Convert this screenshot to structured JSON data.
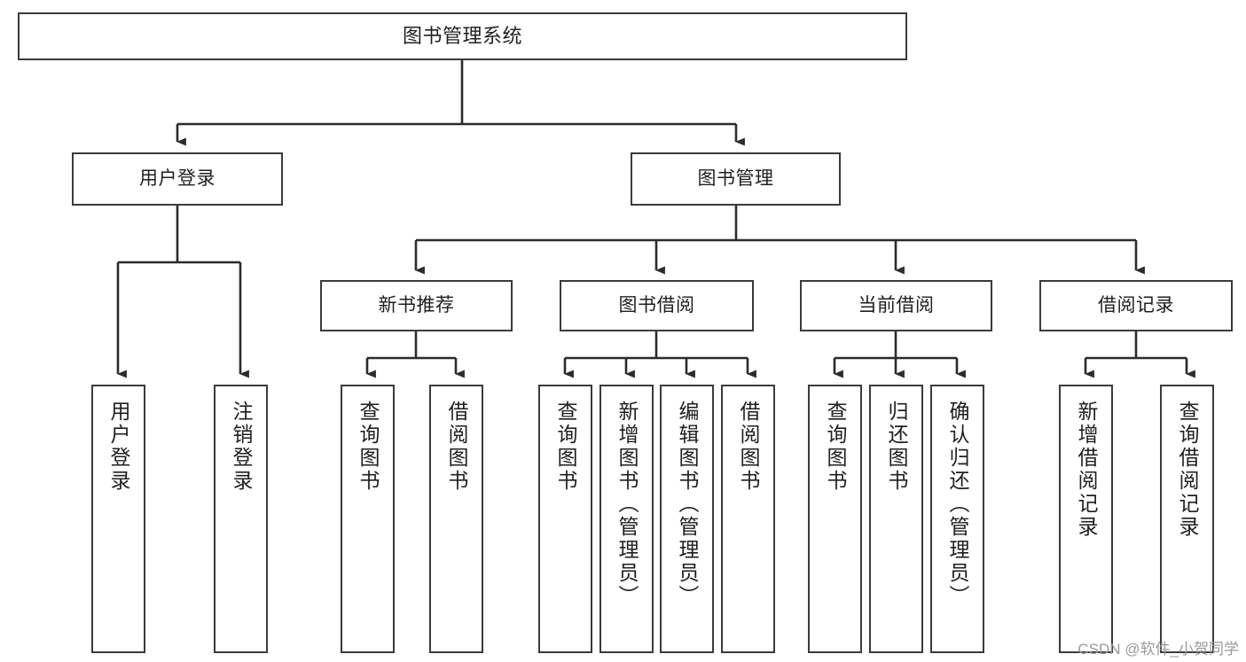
{
  "diagram": {
    "title": "图书管理系统",
    "type": "tree-hierarchy",
    "watermark": "CSDN @软件_小贺同学",
    "colors": {
      "box_border": "#3b3b3b",
      "box_fill": "#ffffff",
      "edge": "#2b2b2b",
      "text": "#1f1f1f",
      "watermark": "#9a9a9a",
      "background": "#ffffff"
    }
  },
  "nodes": {
    "root": {
      "label": "图书管理系统"
    },
    "level2": [
      {
        "id": "user-login",
        "label": "用户登录"
      },
      {
        "id": "book-management",
        "label": "图书管理"
      }
    ],
    "level3": [
      {
        "id": "new-book-recommend",
        "label": "新书推荐"
      },
      {
        "id": "book-borrow",
        "label": "图书借阅"
      },
      {
        "id": "current-borrow",
        "label": "当前借阅"
      },
      {
        "id": "borrow-record",
        "label": "借阅记录"
      }
    ],
    "leaves": [
      {
        "id": "leaf-user-login",
        "parent": "user-login",
        "label": "用户登录"
      },
      {
        "id": "leaf-logout",
        "parent": "user-login",
        "label": "注销登录"
      },
      {
        "id": "leaf-query-book-1",
        "parent": "new-book-recommend",
        "label": "查询图书"
      },
      {
        "id": "leaf-borrow-book-1",
        "parent": "new-book-recommend",
        "label": "借阅图书"
      },
      {
        "id": "leaf-query-book-2",
        "parent": "book-borrow",
        "label": "查询图书"
      },
      {
        "id": "leaf-add-book",
        "parent": "book-borrow",
        "label": "新增图书（管理员）"
      },
      {
        "id": "leaf-edit-book",
        "parent": "book-borrow",
        "label": "编辑图书（管理员）"
      },
      {
        "id": "leaf-borrow-book-2",
        "parent": "book-borrow",
        "label": "借阅图书"
      },
      {
        "id": "leaf-query-book-3",
        "parent": "current-borrow",
        "label": "查询图书"
      },
      {
        "id": "leaf-return-book",
        "parent": "current-borrow",
        "label": "归还图书"
      },
      {
        "id": "leaf-confirm-return",
        "parent": "current-borrow",
        "label": "确认归还（管理员）"
      },
      {
        "id": "leaf-add-record",
        "parent": "borrow-record",
        "label": "新增借阅记录"
      },
      {
        "id": "leaf-query-record",
        "parent": "borrow-record",
        "label": "查询借阅记录"
      }
    ]
  }
}
